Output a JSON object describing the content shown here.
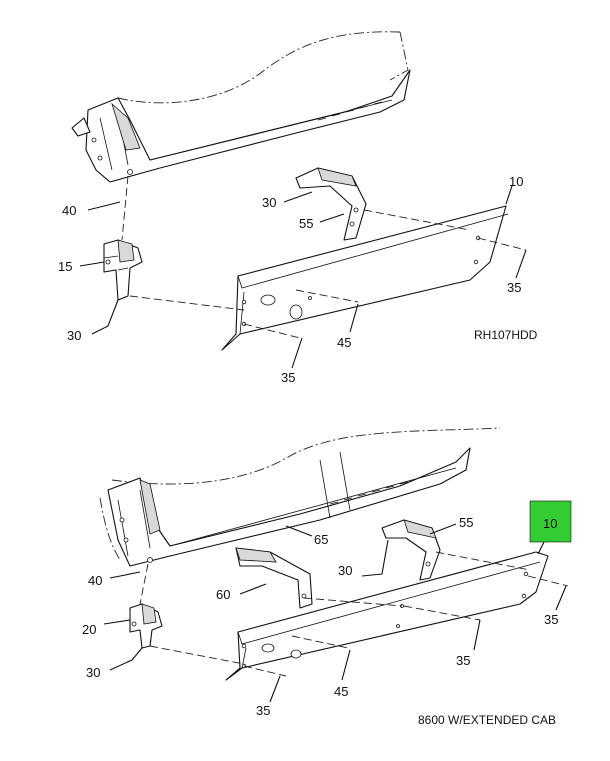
{
  "highlight_color": "#33cc33",
  "top": {
    "caption": "RH107HDD",
    "callouts": {
      "c10": "10",
      "c15": "15",
      "c30a": "30",
      "c30b": "30",
      "c35a": "35",
      "c35b": "35",
      "c40": "40",
      "c45": "45",
      "c55": "55"
    }
  },
  "bottom": {
    "caption": "8600 W/EXTENDED CAB",
    "callouts": {
      "c10": "10",
      "c20": "20",
      "c30a": "30",
      "c30b": "30",
      "c35a": "35",
      "c35b": "35",
      "c35c": "35",
      "c40": "40",
      "c45": "45",
      "c55": "55",
      "c60": "60",
      "c65": "65"
    }
  }
}
